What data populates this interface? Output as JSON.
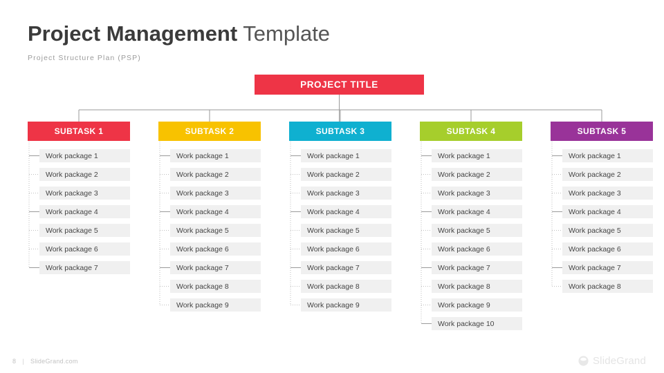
{
  "header": {
    "title_strong": "Project Management",
    "title_light": "Template",
    "subtitle": "Project Structure Plan (PSP)"
  },
  "root": {
    "label": "PROJECT TITLE",
    "color": "#EE3446"
  },
  "colors": {
    "subtask_1": "#EE3446",
    "subtask_2": "#F8C200",
    "subtask_3": "#0FB0D0",
    "subtask_4": "#A6CE2C",
    "subtask_5": "#993399",
    "work_package_bg": "#F0F0F0",
    "work_package_text": "#444444",
    "connector": "#9A9A9A",
    "connector_dotted": "#BEBEBE"
  },
  "columns": [
    {
      "label": "SUBTASK 1",
      "color": "#EE3446",
      "work_packages": [
        "Work package 1",
        "Work package 2",
        "Work package 3",
        "Work package 4",
        "Work package 5",
        "Work package 6",
        "Work package 7"
      ]
    },
    {
      "label": "SUBTASK 2",
      "color": "#F8C200",
      "work_packages": [
        "Work package 1",
        "Work package 2",
        "Work package 3",
        "Work package 4",
        "Work package 5",
        "Work package 6",
        "Work package 7",
        "Work package 8",
        "Work package 9"
      ]
    },
    {
      "label": "SUBTASK 3",
      "color": "#0FB0D0",
      "work_packages": [
        "Work package 1",
        "Work package 2",
        "Work package 3",
        "Work package 4",
        "Work package 5",
        "Work package 6",
        "Work package 7",
        "Work package 8",
        "Work package 9"
      ]
    },
    {
      "label": "SUBTASK 4",
      "color": "#A6CE2C",
      "work_packages": [
        "Work package 1",
        "Work package 2",
        "Work package 3",
        "Work package 4",
        "Work package 5",
        "Work package 6",
        "Work package 7",
        "Work package 8",
        "Work package 9",
        "Work package 10"
      ]
    },
    {
      "label": "SUBTASK 5",
      "color": "#993399",
      "work_packages": [
        "Work package 1",
        "Work package 2",
        "Work package 3",
        "Work package 4",
        "Work package 5",
        "Work package 6",
        "Work package 7",
        "Work package 8"
      ]
    }
  ],
  "footer": {
    "page_number": "8",
    "separator": "|",
    "site": "SlideGrand.com",
    "brand_name": "SlideGrand",
    "brand_icon": "slidegrand-logo-icon"
  }
}
